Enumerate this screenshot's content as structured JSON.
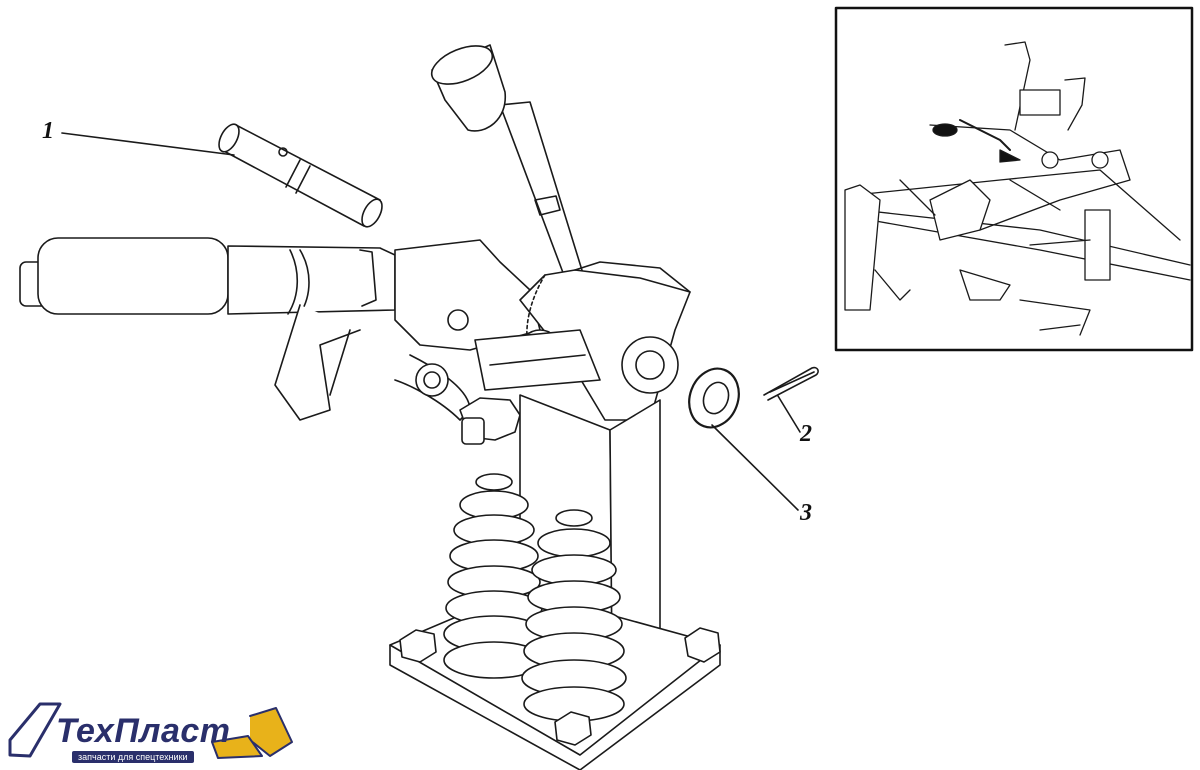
{
  "callouts": {
    "pin": "1",
    "cotter_pin": "2",
    "washer": "3"
  },
  "logo": {
    "word_part1": "Тех",
    "word_part2": "Пласт",
    "tagline": "запчасти для спецтехники",
    "accent_color": "#e8b21a",
    "brand_color": "#2a2f6b"
  },
  "colors": {
    "line": "#1a1a1a",
    "inset_border": "#111111"
  }
}
